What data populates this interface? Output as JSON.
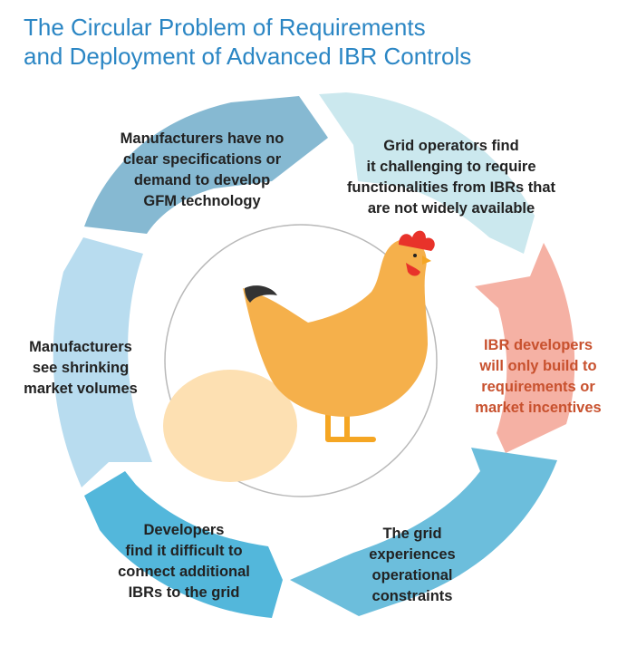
{
  "title": {
    "line1": "The Circular Problem of Requirements",
    "line2": "and Deployment of Advanced IBR Controls"
  },
  "colors": {
    "title": "#2b86c4",
    "highlight_text": "#c8512e",
    "arrow_top_left": "#86b9d2",
    "arrow_top_right": "#cbe8ee",
    "arrow_right": "#f5b1a4",
    "arrow_bottom_right": "#6cbedc",
    "arrow_bottom_left": "#53b7db",
    "arrow_left": "#b8dcef",
    "hen_body": "#f5b04b",
    "hen_comb": "#e8322a",
    "egg": "#fde0b2"
  },
  "steps": [
    {
      "lines": [
        "Manufacturers have no",
        "clear specifications or",
        "demand to develop",
        "GFM technology"
      ]
    },
    {
      "lines": [
        "Grid operators find",
        "it challenging to require",
        "functionalities from IBRs that",
        "are not widely available"
      ]
    },
    {
      "lines": [
        "IBR developers",
        "will only build to",
        "requirements or",
        "market incentives"
      ]
    },
    {
      "lines": [
        "The grid",
        "experiences",
        "operational",
        "constraints"
      ]
    },
    {
      "lines": [
        "Developers",
        "find it difficult to",
        "connect additional",
        "IBRs to the grid"
      ]
    },
    {
      "lines": [
        "Manufacturers",
        "see shrinking",
        "market volumes"
      ]
    }
  ]
}
